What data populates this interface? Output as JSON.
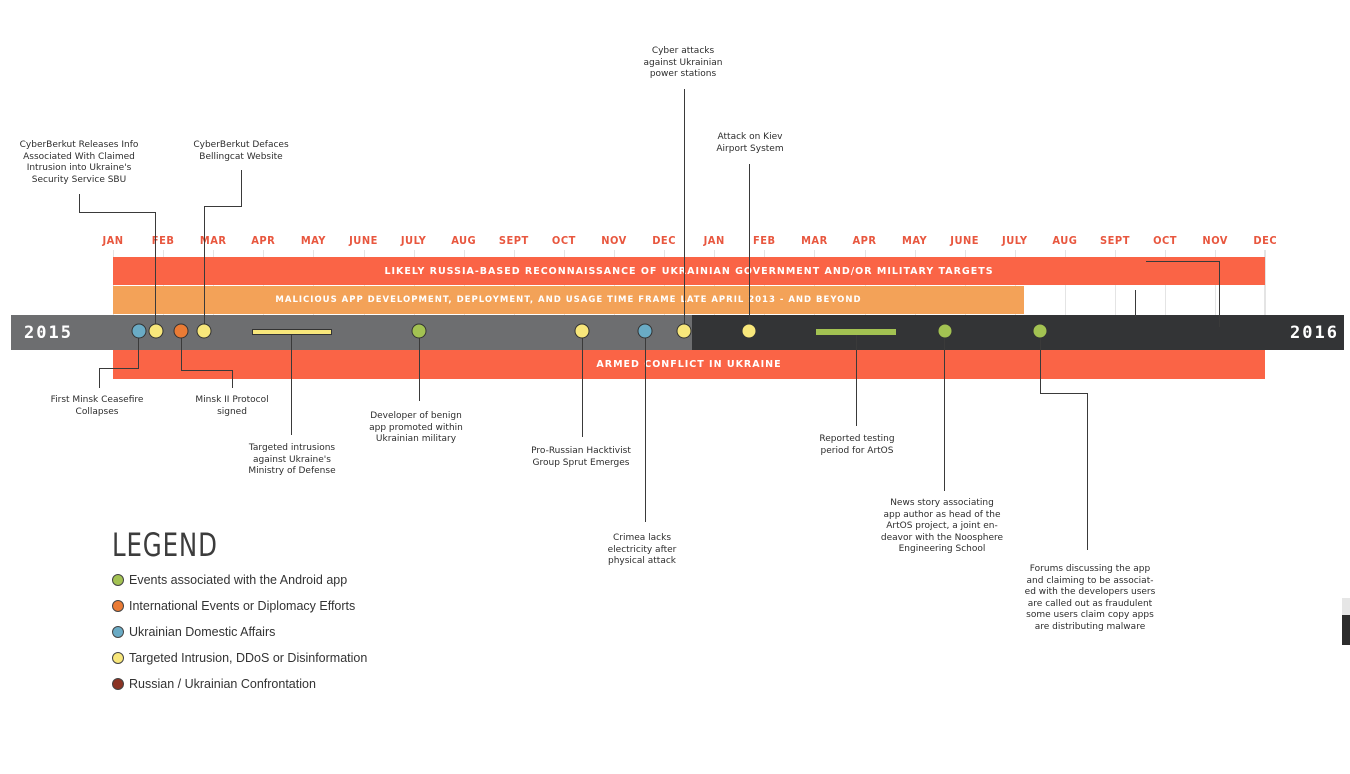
{
  "months": [
    "JAN",
    "FEB",
    "MAR",
    "APR",
    "MAY",
    "JUNE",
    "JULY",
    "AUG",
    "SEPT",
    "OCT",
    "NOV",
    "DEC",
    "JAN",
    "FEB",
    "MAR",
    "APR",
    "MAY",
    "JUNE",
    "JULY",
    "AUG",
    "SEPT",
    "OCT",
    "NOV",
    "DEC"
  ],
  "bands": {
    "recon": "LIKELY RUSSIA-BASED RECONNAISSANCE OF UKRAINIAN GOVERNMENT AND/OR MILITARY TARGETS",
    "malicious": "MALICIOUS APP DEVELOPMENT, DEPLOYMENT, AND USAGE TIME FRAME LATE APRIL 2013 - AND BEYOND",
    "armed": "ARMED CONFLICT IN UKRAINE"
  },
  "years": {
    "start": "2015",
    "end": "2016"
  },
  "colors": {
    "android": "#a3c252",
    "international": "#ea7b35",
    "domestic": "#6aabc5",
    "intrusion": "#f8e77b",
    "confrontation": "#8a3324",
    "red_band": "#fa6446",
    "orange_band": "#f3a258",
    "timeline_gray": "#6d6e70",
    "timeline_dark": "#333436"
  },
  "annotations": {
    "cyberberkut_sbu": "CyberBerkut Releases Info\nAssociated With Claimed\nIntrusion into Ukraine's\nSecurity Service SBU",
    "cyberberkut_bellingcat": "CyberBerkut Defaces\nBellingcat Website",
    "power_stations": "Cyber attacks\nagainst Ukrainian\npower stations",
    "kiev_airport": "Attack on Kiev\nAirport System",
    "minsk_ceasefire": "First Minsk Ceasefire\nCollapses",
    "minsk_ii": "Minsk II Protocol\nsigned",
    "ministry_defense": "Targeted intrusions\nagainst Ukraine's\nMinistry of Defense",
    "benign_app": "Developer of benign\napp promoted within\nUkrainian military",
    "sprut": "Pro-Russian Hacktivist\nGroup Sprut Emerges",
    "crimea": "Crimea lacks\nelectricity after\nphysical attack",
    "artos_testing": "Reported testing\nperiod for ArtOS",
    "news_story": "News story associating\napp author as head of the\nArtOS project, a joint en-\ndeavor with the Noosphere\nEngineering School",
    "forums": "Forums discussing the app\nand claiming to be associat-\ned with the developers users\nare called out as fraudulent\nsome users claim copy apps\nare distributing malware"
  },
  "legend": {
    "title": "LEGEND",
    "items": [
      {
        "label": "Events associated with the Android app",
        "color": "#a3c252"
      },
      {
        "label": "International Events or Diplomacy Efforts",
        "color": "#ea7b35"
      },
      {
        "label": "Ukrainian Domestic Affairs",
        "color": "#6aabc5"
      },
      {
        "label": "Targeted Intrusion, DDoS or Disinformation",
        "color": "#f8e77b"
      },
      {
        "label": "Russian / Ukrainian Confrontation",
        "color": "#8a3324"
      }
    ]
  }
}
